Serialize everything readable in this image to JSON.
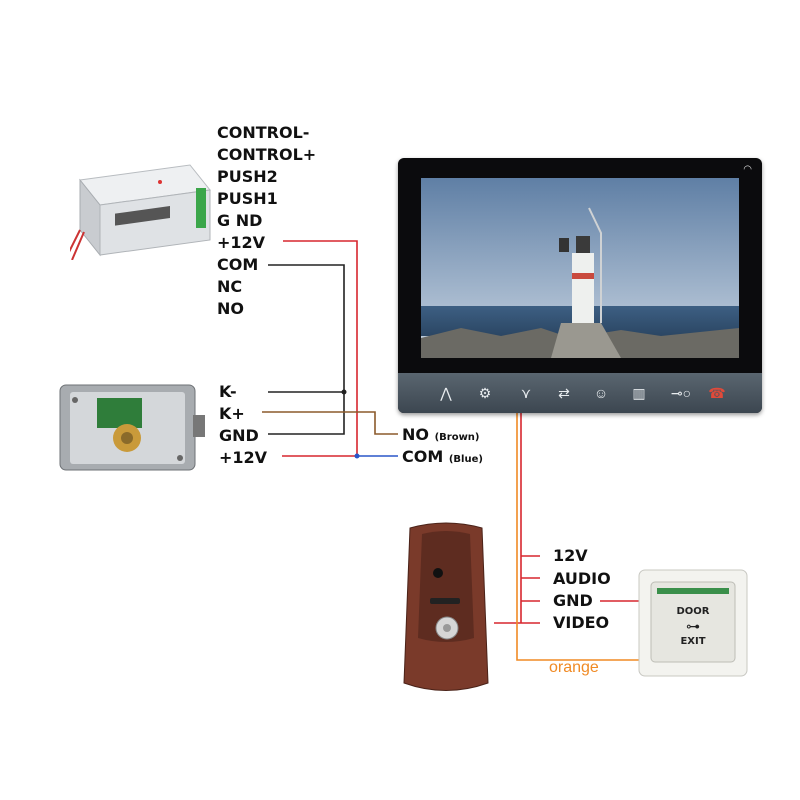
{
  "power_supply": {
    "terminals": [
      "CONTROL-",
      "CONTROL+",
      "PUSH2",
      "PUSH1",
      "G ND",
      "+12V",
      "COM",
      "NC",
      "NO"
    ]
  },
  "lock": {
    "terminals": [
      "K-",
      "K+",
      "GND",
      "+12V"
    ]
  },
  "monitor": {
    "outputs": [
      {
        "label": "NO",
        "note": "(Brown)"
      },
      {
        "label": "COM",
        "note": "(Blue)"
      }
    ],
    "buttons": [
      "up-icon",
      "settings-icon",
      "down-icon",
      "transfer-icon",
      "contacts-icon",
      "gate-icon",
      "key-icon",
      "hangup-icon"
    ]
  },
  "door_station": {
    "wires": [
      "12V",
      "AUDIO",
      "GND",
      "VIDEO"
    ],
    "extra_wire": "orange"
  },
  "exit_button": {
    "text_top": "DOOR",
    "text_bottom": "EXIT"
  },
  "colors": {
    "red": "#d7262e",
    "brown": "#8b5a2b",
    "blue": "#2a56c8",
    "black": "#222222",
    "orange": "#f08a24"
  }
}
